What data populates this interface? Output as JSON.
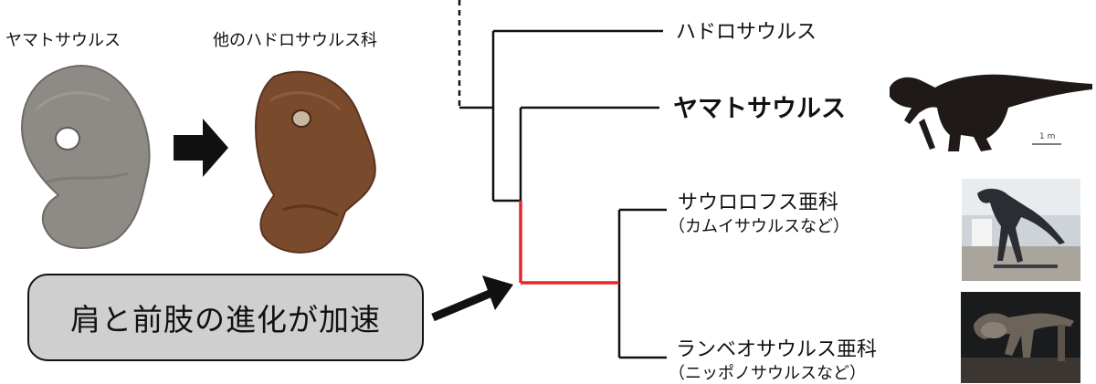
{
  "left_panel": {
    "caption_yamato": "ヤマトサウルス",
    "caption_other": "他のハドロサウルス科",
    "callout": "肩と前肢の進化が加速"
  },
  "tree": {
    "hadrosaurus": "ハドロサウルス",
    "yamatosaurus": "ヤマトサウルス",
    "saurolophinae": "サウロロフス亜科",
    "saurolophinae_examples": "（カムイサウルスなど）",
    "lambeosaurinae": "ランベオサウルス亜科",
    "lambeosaurinae_examples": "（ニッポノサウルスなど）",
    "scale_bar": "1 m"
  },
  "colors": {
    "highlight_branch": "#e4282a",
    "bone_gray": "#8e8b86",
    "bone_brown": "#7a4a2c",
    "silhouette": "#1f1a17",
    "callout_bg": "#cfcfcf"
  }
}
